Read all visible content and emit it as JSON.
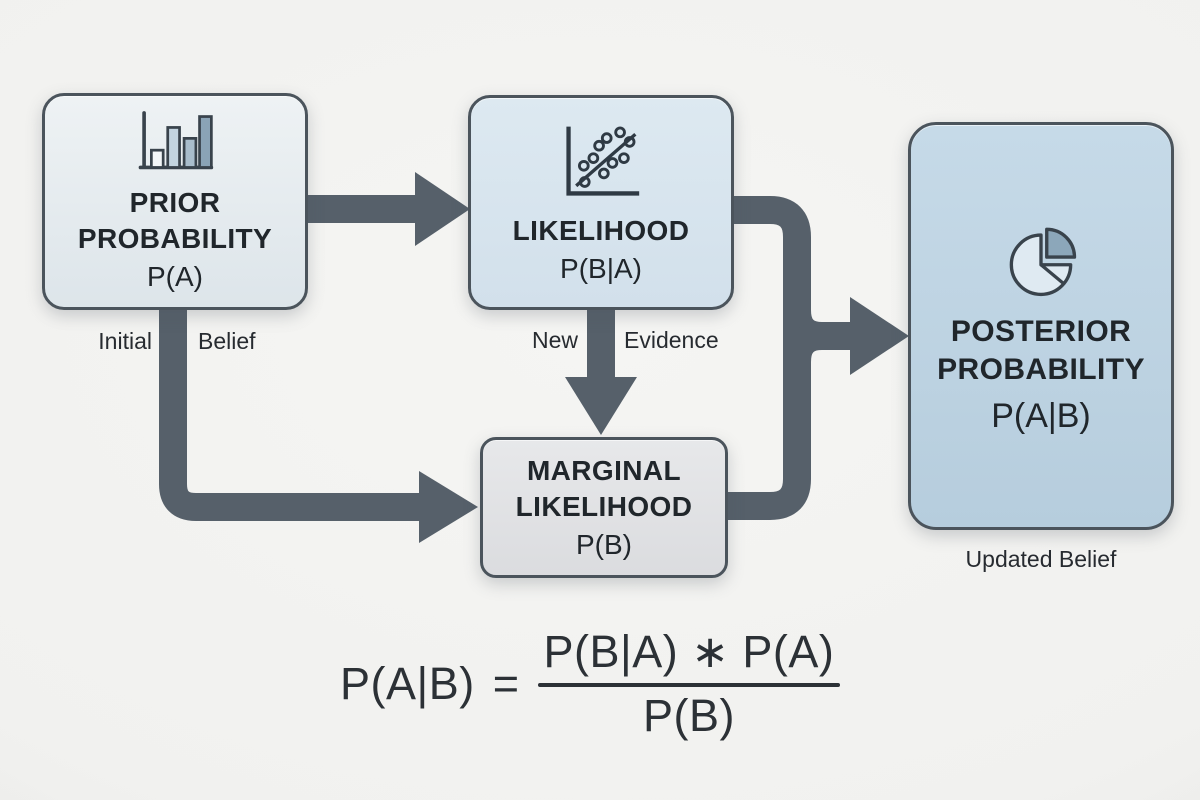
{
  "diagram": {
    "type": "flowchart",
    "topic": "Bayes' Theorem",
    "colors": {
      "background": "#f1f1ef",
      "arrow": "#56606a",
      "node_border": "#4b545c",
      "text": "#20262b",
      "prior_fill": "#e8eef2",
      "likelihood_fill": "#d8e5ef",
      "marginal_fill": "#e2e3e6",
      "posterior_fill": "#bdd4e4"
    },
    "nodes": {
      "prior": {
        "icon": "bar-chart-icon",
        "title1": "PRIOR",
        "title2": "PROBABILITY",
        "formula": "P(A)",
        "caption_left": "Initial",
        "caption_right": "Belief"
      },
      "likelihood": {
        "icon": "scatter-plot-icon",
        "title1": "LIKELIHOOD",
        "formula": "P(B|A)",
        "caption_left": "New",
        "caption_right": "Evidence"
      },
      "marginal": {
        "title1": "MARGINAL",
        "title2": "LIKELIHOOD",
        "formula": "P(B)"
      },
      "posterior": {
        "icon": "pie-chart-icon",
        "title1": "POSTERIOR",
        "title2": "PROBABILITY",
        "formula": "P(A|B)",
        "caption": "Updated Belief"
      }
    },
    "edges": [
      {
        "from": "prior",
        "to": "likelihood"
      },
      {
        "from": "likelihood",
        "to": "marginal"
      },
      {
        "from": "prior",
        "to": "marginal"
      },
      {
        "from": "likelihood",
        "to": "posterior"
      },
      {
        "from": "marginal",
        "to": "posterior"
      }
    ],
    "equation": {
      "lhs": "P(A|B)",
      "equals": "=",
      "numerator": "P(B|A) ∗ P(A)",
      "denominator": "P(B)"
    }
  }
}
